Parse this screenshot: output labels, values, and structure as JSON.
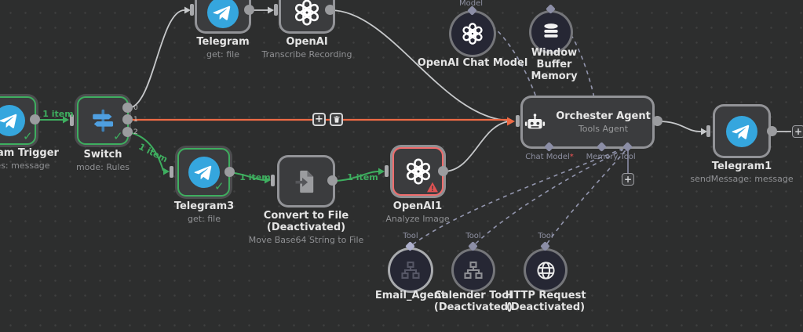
{
  "colors": {
    "canvas_bg": "#2d2e2e",
    "success_green": "#3eae5f",
    "connection_red": "#ed6a45",
    "error_border_red": "#ef6c6c",
    "telegram_blue": "#35a6de",
    "dashed_connector": "#9295ad"
  },
  "edge_label": "1 item",
  "buttons": {
    "add": "+"
  },
  "nodes": {
    "telegram_trigger": {
      "title": "Telegram Trigger",
      "subtitle": "updates: message"
    },
    "switch": {
      "title": "Switch",
      "subtitle": "mode: Rules",
      "outputs": [
        "0",
        "1",
        "2"
      ]
    },
    "telegram": {
      "title": "Telegram",
      "subtitle": "get: file"
    },
    "openai": {
      "title": "OpenAI",
      "subtitle": "Transcribe Recording"
    },
    "openai_chat_model": {
      "title": "OpenAI Chat Model",
      "connector_label": "Model"
    },
    "window_buffer_memory": {
      "title": "Window Buffer Memory"
    },
    "telegram3": {
      "title": "Telegram3",
      "subtitle": "get: file"
    },
    "convert_to_file": {
      "title": "Convert to File",
      "status_line": "(Deactivated)",
      "subtitle": "Move Base64 String to File"
    },
    "openai1": {
      "title": "OpenAI1",
      "subtitle": "Analyze Image"
    },
    "orchester_agent": {
      "title": "Orchester Agent",
      "subtitle": "Tools Agent",
      "connector_chat_model": "Chat Model",
      "required_marker": "*",
      "connector_memory": "Memory",
      "connector_tool": "Tool"
    },
    "telegram1": {
      "title": "Telegram1",
      "subtitle": "sendMessage: message"
    },
    "email_agent": {
      "title": "Email_Agent",
      "connector_label": "Tool"
    },
    "calender_tool": {
      "title": "Calender Tool",
      "status_line": "(Deactivated)",
      "connector_label": "Tool"
    },
    "http_request": {
      "title": "HTTP Request",
      "status_line": "(Deactivated)",
      "connector_label": "Tool"
    }
  }
}
